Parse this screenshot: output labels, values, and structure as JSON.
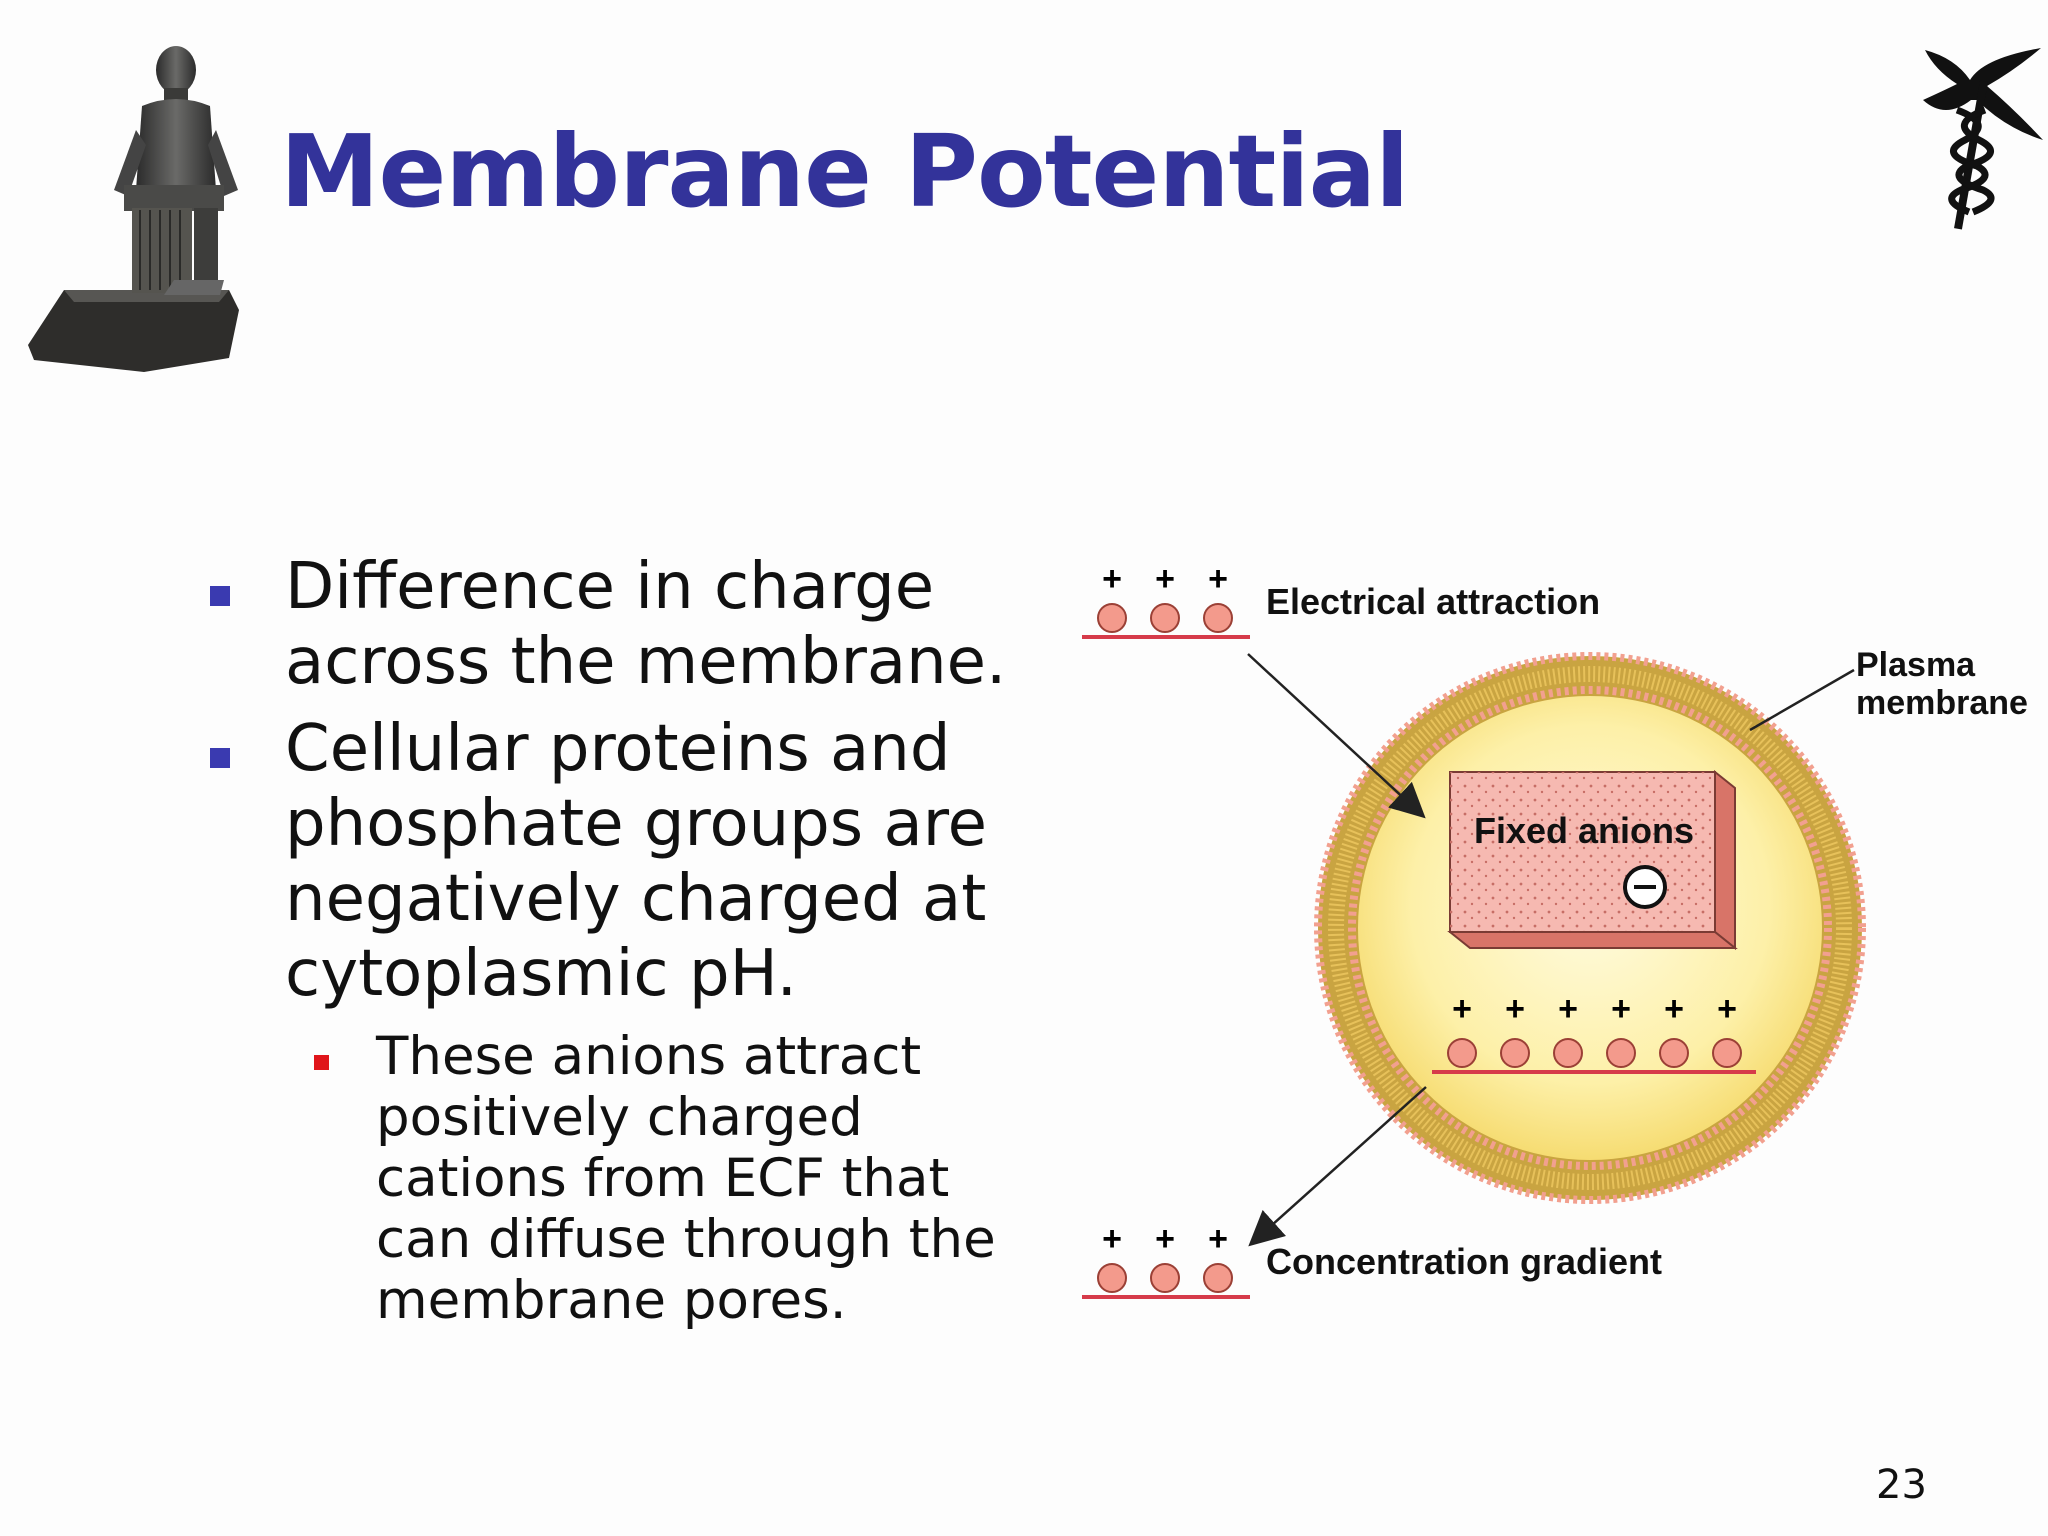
{
  "slide": {
    "title": "Membrane Potential",
    "page_number": "23"
  },
  "bullets": [
    {
      "text": "Difference in charge across the membrane."
    },
    {
      "text": "Cellular proteins and phosphate groups are negatively charged at cytoplasmic pH."
    }
  ],
  "sub_bullets": [
    {
      "text": "These anions attract positively charged cations from ECF that can diffuse through the membrane pores."
    }
  ],
  "figure": {
    "label_electrical": "Electrical attraction",
    "label_plasma_line1": "Plasma",
    "label_plasma_line2": "membrane",
    "label_fixed_anions": "Fixed anions",
    "label_concentration": "Concentration gradient",
    "plus_sign": "+",
    "colors": {
      "cell_fill": "#fdf0a8",
      "membrane": "#c9a441",
      "ion": "#f39a8c",
      "line": "#d63b4a",
      "block": "#f6b9b1"
    }
  },
  "icons": {
    "left": "seated-scribe-statue-icon",
    "right": "caduceus-icon"
  },
  "colors": {
    "title": "#33339a",
    "bullet_l1": "#3a3ab0",
    "bullet_l2": "#e0151a"
  }
}
